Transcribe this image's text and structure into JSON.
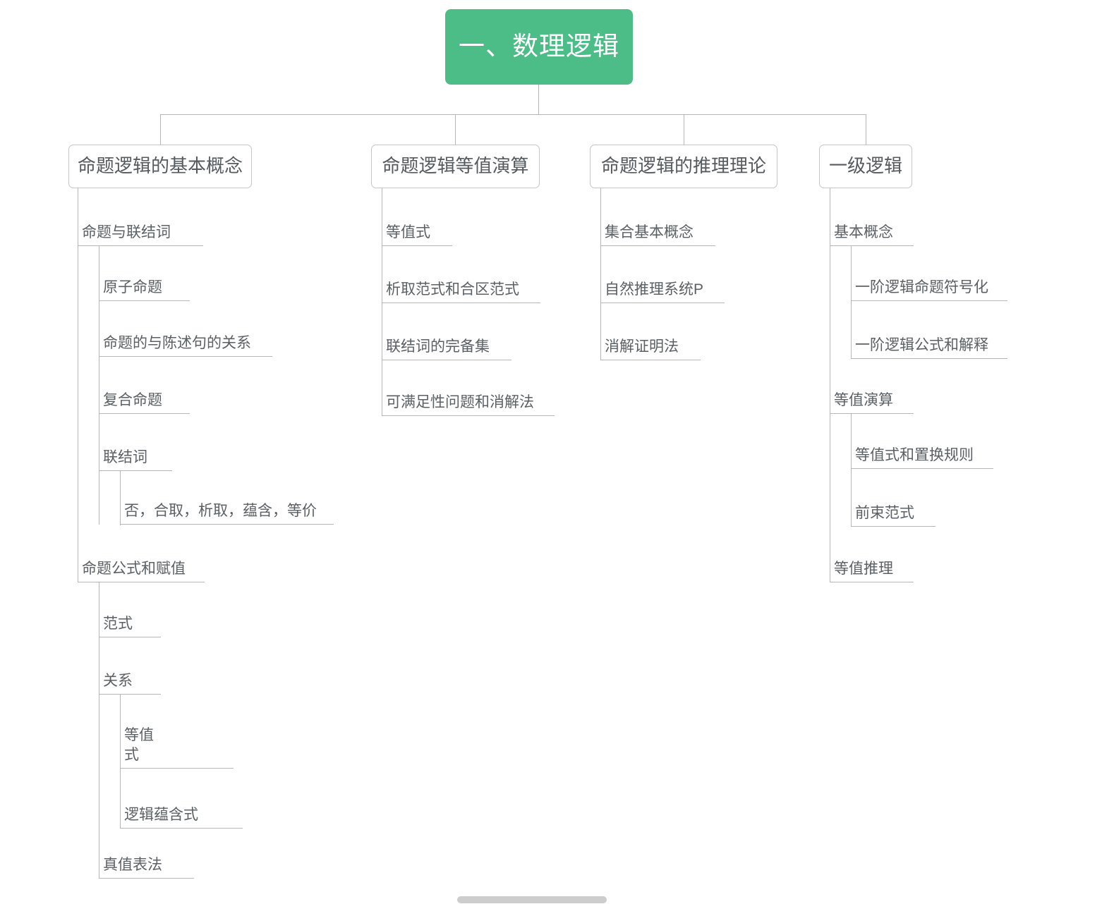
{
  "root": {
    "label": "一、数理逻辑",
    "color": "#4CBD87",
    "text_color": "#FFFFFF"
  },
  "theme": {
    "line_color": "#B6B6B6",
    "node_border_color": "#C6C6C6",
    "node_text_color": "#555A5E",
    "sub_text_color": "#5B6064",
    "background": "#FFFFFF",
    "scrollbar_color": "#CDCDCD"
  },
  "branches": [
    {
      "label": "命题逻辑的基本概念",
      "children": [
        {
          "label": "命题与联结词",
          "children": [
            {
              "label": "原子命题",
              "children": []
            },
            {
              "label": "命题的与陈述句的关系",
              "children": []
            },
            {
              "label": "复合命题",
              "children": []
            },
            {
              "label": "联结词",
              "children": [
                {
                  "label": "否，合取，析取，蕴含，等价",
                  "children": []
                }
              ]
            }
          ]
        },
        {
          "label": "命题公式和赋值",
          "children": [
            {
              "label": "范式",
              "children": []
            },
            {
              "label": "关系",
              "children": [
                {
                  "label": "等值\n式",
                  "children": []
                },
                {
                  "label": "逻辑蕴含式",
                  "children": []
                }
              ]
            },
            {
              "label": "真值表法",
              "children": []
            }
          ]
        }
      ]
    },
    {
      "label": "命题逻辑等值演算",
      "children": [
        {
          "label": "等值式",
          "children": []
        },
        {
          "label": "析取范式和合区范式",
          "children": []
        },
        {
          "label": "联结词的完备集",
          "children": []
        },
        {
          "label": "可满足性问题和消解法",
          "children": []
        }
      ]
    },
    {
      "label": "命题逻辑的推理理论",
      "children": [
        {
          "label": "集合基本概念",
          "children": []
        },
        {
          "label": "自然推理系统P",
          "children": []
        },
        {
          "label": "消解证明法",
          "children": []
        }
      ]
    },
    {
      "label": "一级逻辑",
      "children": [
        {
          "label": "基本概念",
          "children": [
            {
              "label": "一阶逻辑命题符号化",
              "children": []
            },
            {
              "label": "一阶逻辑公式和解释",
              "children": []
            }
          ]
        },
        {
          "label": "等值演算",
          "children": [
            {
              "label": "等值式和置换规则",
              "children": []
            },
            {
              "label": "前束范式",
              "children": []
            }
          ]
        },
        {
          "label": "等值推理",
          "children": []
        }
      ]
    }
  ]
}
